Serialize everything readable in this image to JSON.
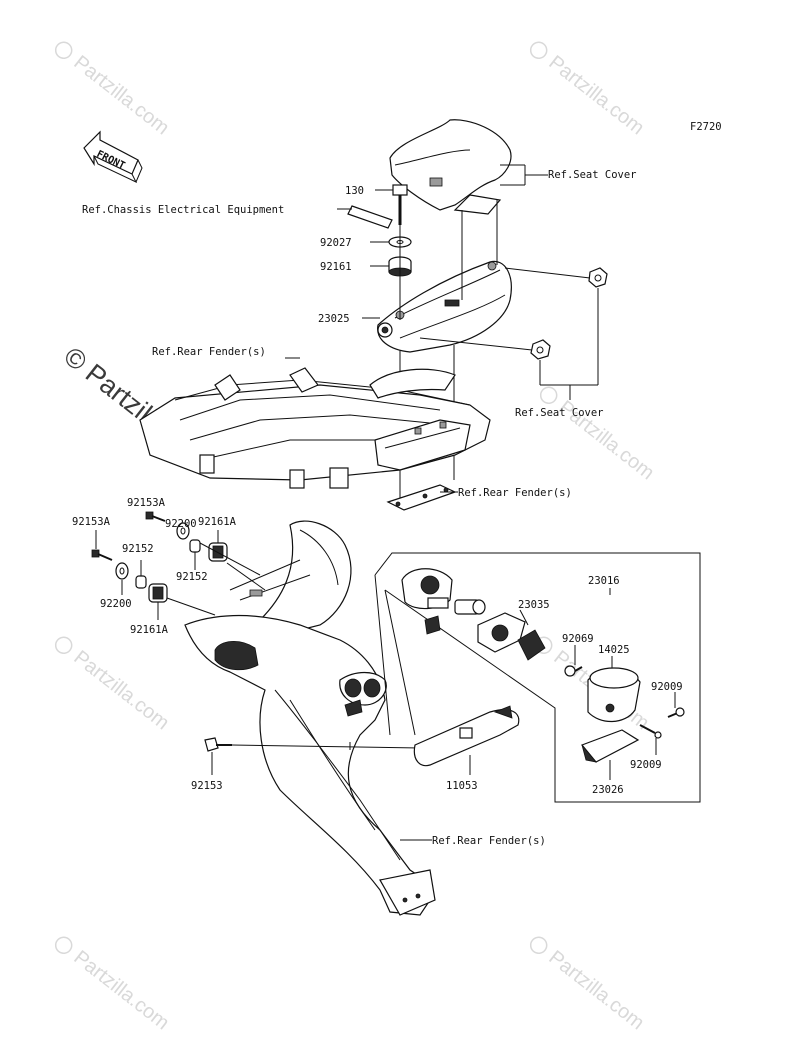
{
  "figure_code": "F2720",
  "front_label": "FRONT",
  "watermark": {
    "text": "Partzilla.com",
    "big_text": "© Partzilla.com"
  },
  "labels": {
    "p130": "130",
    "ref_chassis": "Ref.Chassis Electrical Equipment",
    "p92027": "92027",
    "p92161": "92161",
    "p23025": "23025",
    "ref_seat_cover_top": "Ref.Seat Cover",
    "ref_rear_fender_top": "Ref.Rear Fender(s)",
    "ref_seat_cover_mid": "Ref.Seat Cover",
    "ref_rear_fender_mid": "Ref.Rear Fender(s)",
    "p92153A_top": "92153A",
    "p92200_top": "92200",
    "p92161A_top": "92161A",
    "p92153A_left": "92153A",
    "p92152_left": "92152",
    "p92152_mid": "92152",
    "p92200_bottom": "92200",
    "p92161A_bottom": "92161A",
    "p23016": "23016",
    "p23035": "23035",
    "p92069": "92069",
    "p14025": "14025",
    "p92009_top": "92009",
    "p92009_bottom": "92009",
    "p23026": "23026",
    "p92153": "92153",
    "p11053": "11053",
    "ref_rear_fender_bottom": "Ref.Rear Fender(s)"
  }
}
